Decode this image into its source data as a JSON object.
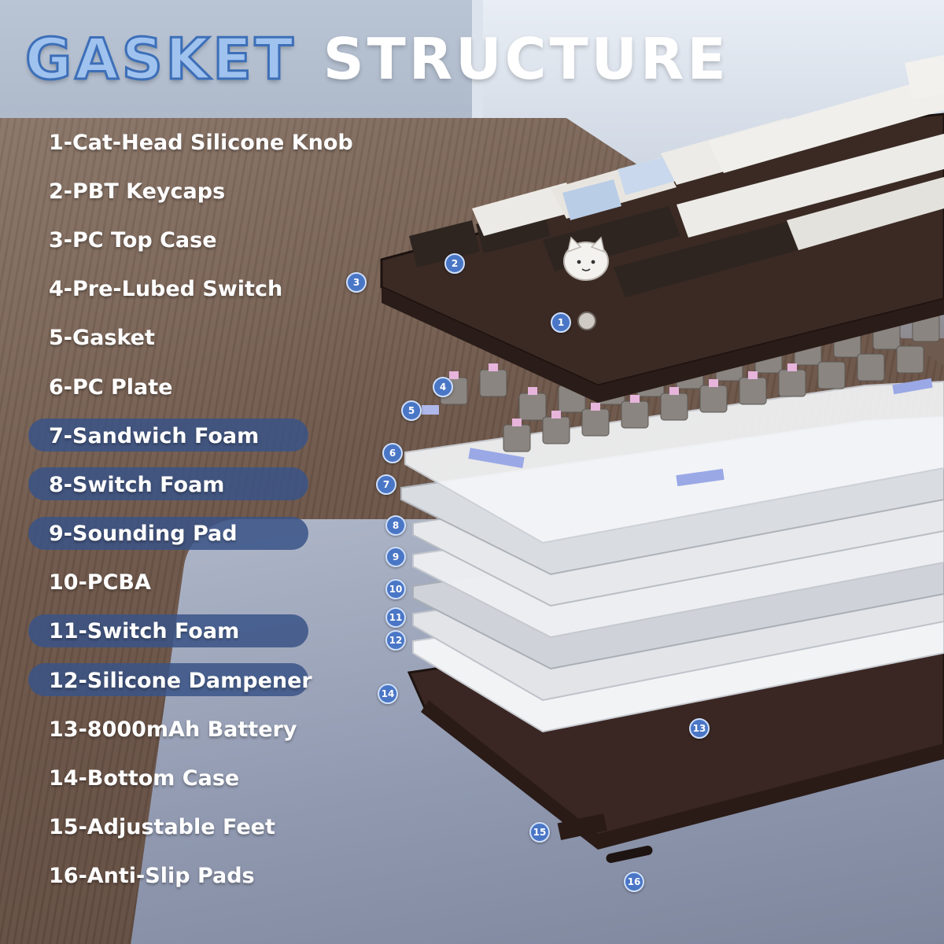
{
  "title": {
    "part1": "GASKET",
    "part2": "STRUCTURE"
  },
  "components": [
    {
      "number": "1",
      "label": "1-Cat-Head Silicone Knob",
      "highlighted": false
    },
    {
      "number": "2",
      "label": "2-PBT Keycaps",
      "highlighted": false
    },
    {
      "number": "3",
      "label": "3-PC Top Case",
      "highlighted": false
    },
    {
      "number": "4",
      "label": "4-Pre-Lubed Switch",
      "highlighted": false
    },
    {
      "number": "5",
      "label": "5-Gasket",
      "highlighted": false
    },
    {
      "number": "6",
      "label": "6-PC Plate",
      "highlighted": false
    },
    {
      "number": "7",
      "label": "7-Sandwich Foam",
      "highlighted": true
    },
    {
      "number": "8",
      "label": "8-Switch Foam",
      "highlighted": true
    },
    {
      "number": "9",
      "label": "9-Sounding Pad",
      "highlighted": true
    },
    {
      "number": "10",
      "label": "10-PCBA",
      "highlighted": false
    },
    {
      "number": "11",
      "label": "11-Switch Foam",
      "highlighted": true
    },
    {
      "number": "12",
      "label": "12-Silicone Dampener",
      "highlighted": true
    },
    {
      "number": "13",
      "label": "13-8000mAh Battery",
      "highlighted": false
    },
    {
      "number": "14",
      "label": "14-Bottom Case",
      "highlighted": false
    },
    {
      "number": "15",
      "label": "15-Adjustable Feet",
      "highlighted": false
    },
    {
      "number": "16",
      "label": "16-Anti-Slip Pads",
      "highlighted": false
    }
  ],
  "colors": {
    "title_accent": "#9fc2ef",
    "highlight_pill": "#3a5487",
    "badge": "#4a76c6",
    "case_brown": "#3b2a24"
  }
}
